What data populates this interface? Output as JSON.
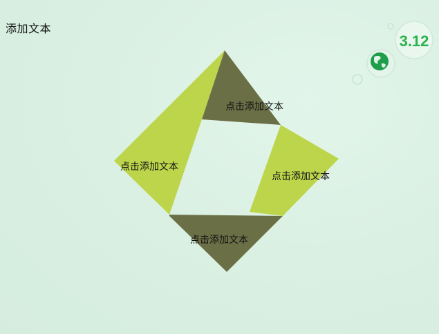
{
  "slide": {
    "title": "添加文本"
  },
  "badge": {
    "date_label": "3.12",
    "icon": "globe-icon"
  },
  "diagram": {
    "segments": [
      {
        "label": "点击添加文本",
        "color": "#bdd54b"
      },
      {
        "label": "点击添加文本",
        "color": "#6b6f46"
      },
      {
        "label": "点击添加文本",
        "color": "#bdd54b"
      },
      {
        "label": "点击添加文本",
        "color": "#6b6f46"
      }
    ]
  },
  "colors": {
    "background": "#d9f0e2",
    "lime": "#bdd54b",
    "olive": "#6b6f46",
    "accent_green": "#2bb24c"
  }
}
